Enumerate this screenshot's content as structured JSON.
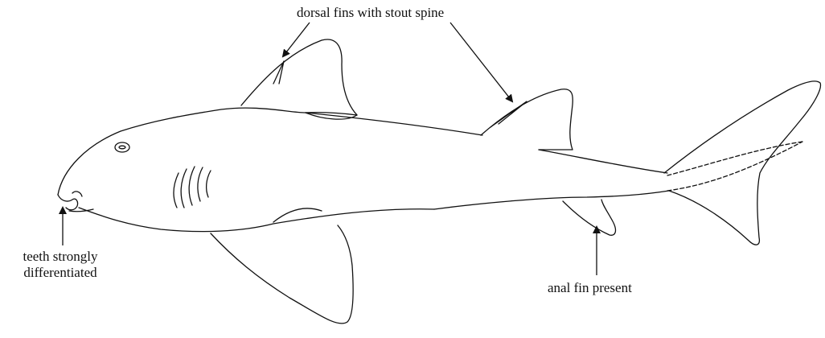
{
  "diagram": {
    "labels": {
      "dorsal_fins": "dorsal fins with stout spine",
      "teeth_line1": "teeth strongly",
      "teeth_line2": "differentiated",
      "anal_fin": "anal fin present"
    },
    "colors": {
      "ink": "#111111",
      "background": "#ffffff"
    }
  }
}
